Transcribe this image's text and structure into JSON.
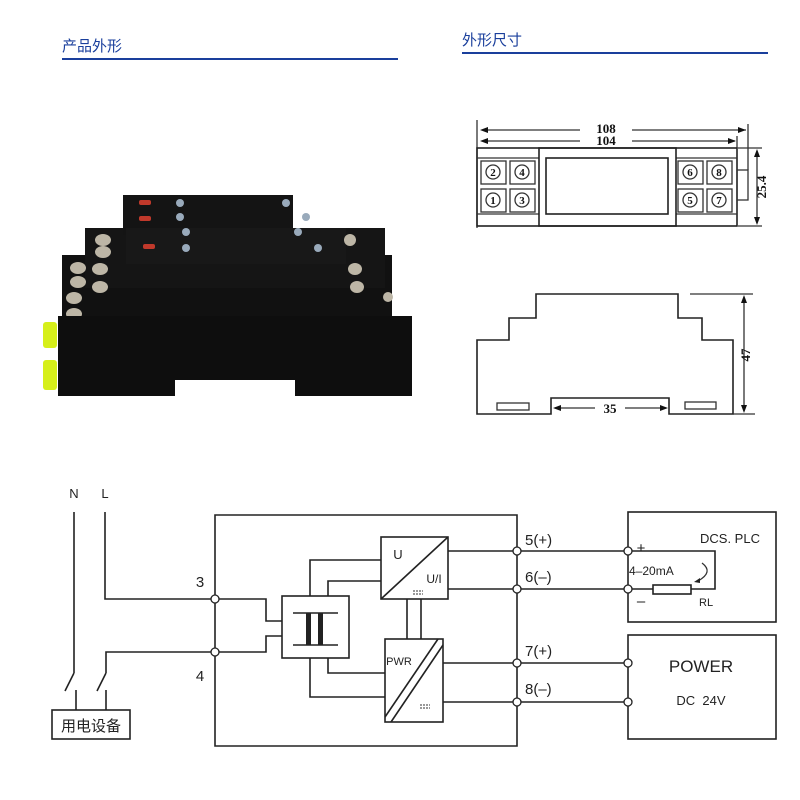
{
  "headers": {
    "product_appearance": "产品外形",
    "dimensions": "外形尺寸"
  },
  "accent_color": "#1a3f9c",
  "dimension_drawing": {
    "overall_length": "108",
    "body_length": "104",
    "width": "25.4",
    "height": "47",
    "rail_width": "35",
    "terminals_left": [
      "2",
      "4",
      "1",
      "3"
    ],
    "terminals_right": [
      "6",
      "8",
      "5",
      "7"
    ]
  },
  "wiring": {
    "supply_n": "N",
    "supply_l": "L",
    "device": "用电设备",
    "input_terminal_3": "3",
    "input_terminal_4": "4",
    "converter_u": "U",
    "converter_ui": "U/I",
    "power_module": "PWR",
    "out_5": "5(+)",
    "out_6": "6(–)",
    "out_7": "7(+)",
    "out_8": "8(–)",
    "dcs_title": "DCS. PLC",
    "dcs_plus": "+",
    "dcs_minus": "–",
    "signal": "4–20mA",
    "load": "RL",
    "power_title": "POWER",
    "power_spec": "DC  24V"
  }
}
